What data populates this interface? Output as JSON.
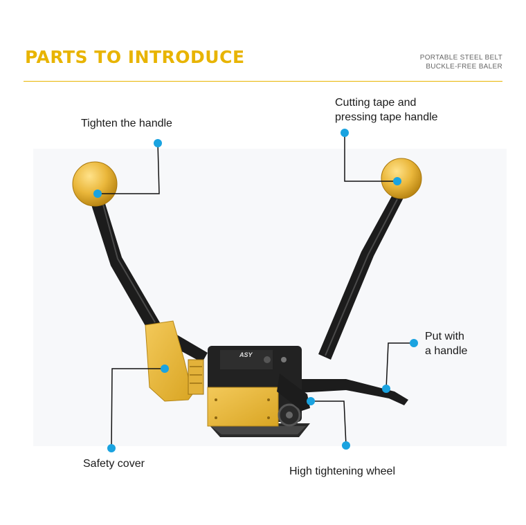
{
  "header": {
    "title": "PARTS TO INTRODUCE",
    "subtitle_line1": "PORTABLE STEEL BELT",
    "subtitle_line2": "BUCKLE-FREE BALER"
  },
  "callouts": {
    "tighten_handle": "Tighten the handle",
    "cutting_line1": "Cutting tape and",
    "cutting_line2": "pressing tape handle",
    "put_handle_line1": "Put with",
    "put_handle_line2": "a handle",
    "safety_cover": "Safety cover",
    "tightening_wheel": "High tightening wheel"
  },
  "product_plate_text": "ASY",
  "colors": {
    "accent": "#e8b400",
    "callout_dot": "#1aa3e0",
    "leader_line": "#111111",
    "tool_yellow": "#e9b83a",
    "tool_black": "#1c1c1c"
  }
}
